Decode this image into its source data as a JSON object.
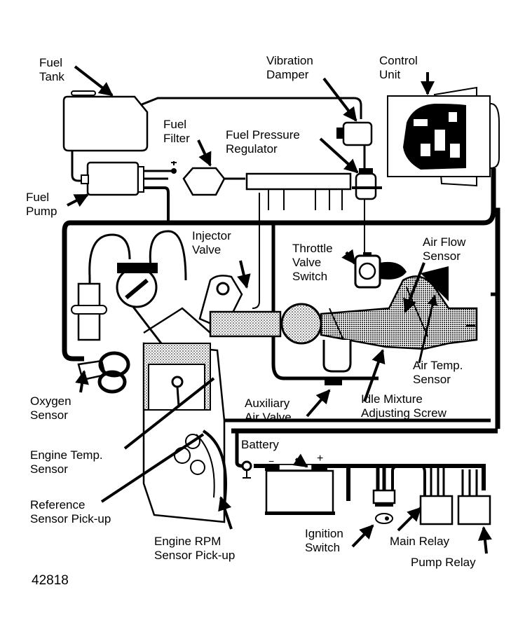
{
  "figure": {
    "title": "Fuel Injection System Component Locations",
    "figure_number": "42818",
    "colors": {
      "ink": "#000000",
      "paper": "#ffffff"
    }
  },
  "labels": {
    "fuel_tank": [
      "Fuel",
      "Tank"
    ],
    "fuel_pump": [
      "Fuel",
      "Pump"
    ],
    "fuel_filter": [
      "Fuel",
      "Filter"
    ],
    "vibration_damper": [
      "Vibration",
      "Damper"
    ],
    "fuel_pressure_regulator": [
      "Fuel Pressure",
      "Regulator"
    ],
    "control_unit": [
      "Control",
      "Unit"
    ],
    "injector_valve": [
      "Injector",
      "Valve"
    ],
    "throttle_valve_switch": [
      "Throttle",
      "Valve",
      "Switch"
    ],
    "air_flow_sensor": [
      "Air Flow",
      "Sensor"
    ],
    "air_temp_sensor": [
      "Air Temp.",
      "Sensor"
    ],
    "oxygen_sensor": [
      "Oxygen",
      "Sensor"
    ],
    "auxiliary_air_valve": [
      "Auxiliary",
      "Air Valve"
    ],
    "idle_mixture_adjusting_screw": [
      "Idle Mixture",
      "Adjusting Screw"
    ],
    "engine_temp_sensor": [
      "Engine Temp.",
      "Sensor"
    ],
    "battery": [
      "Battery"
    ],
    "reference_sensor_pickup": [
      "Reference",
      "Sensor Pick-up"
    ],
    "engine_rpm_sensor_pickup": [
      "Engine RPM",
      "Sensor Pick-up"
    ],
    "ignition_switch": [
      "Ignition",
      "Switch"
    ],
    "main_relay": [
      "Main Relay"
    ],
    "pump_relay": [
      "Pump Relay"
    ]
  },
  "battery_terminals": {
    "negative": "−",
    "positive": "+"
  }
}
